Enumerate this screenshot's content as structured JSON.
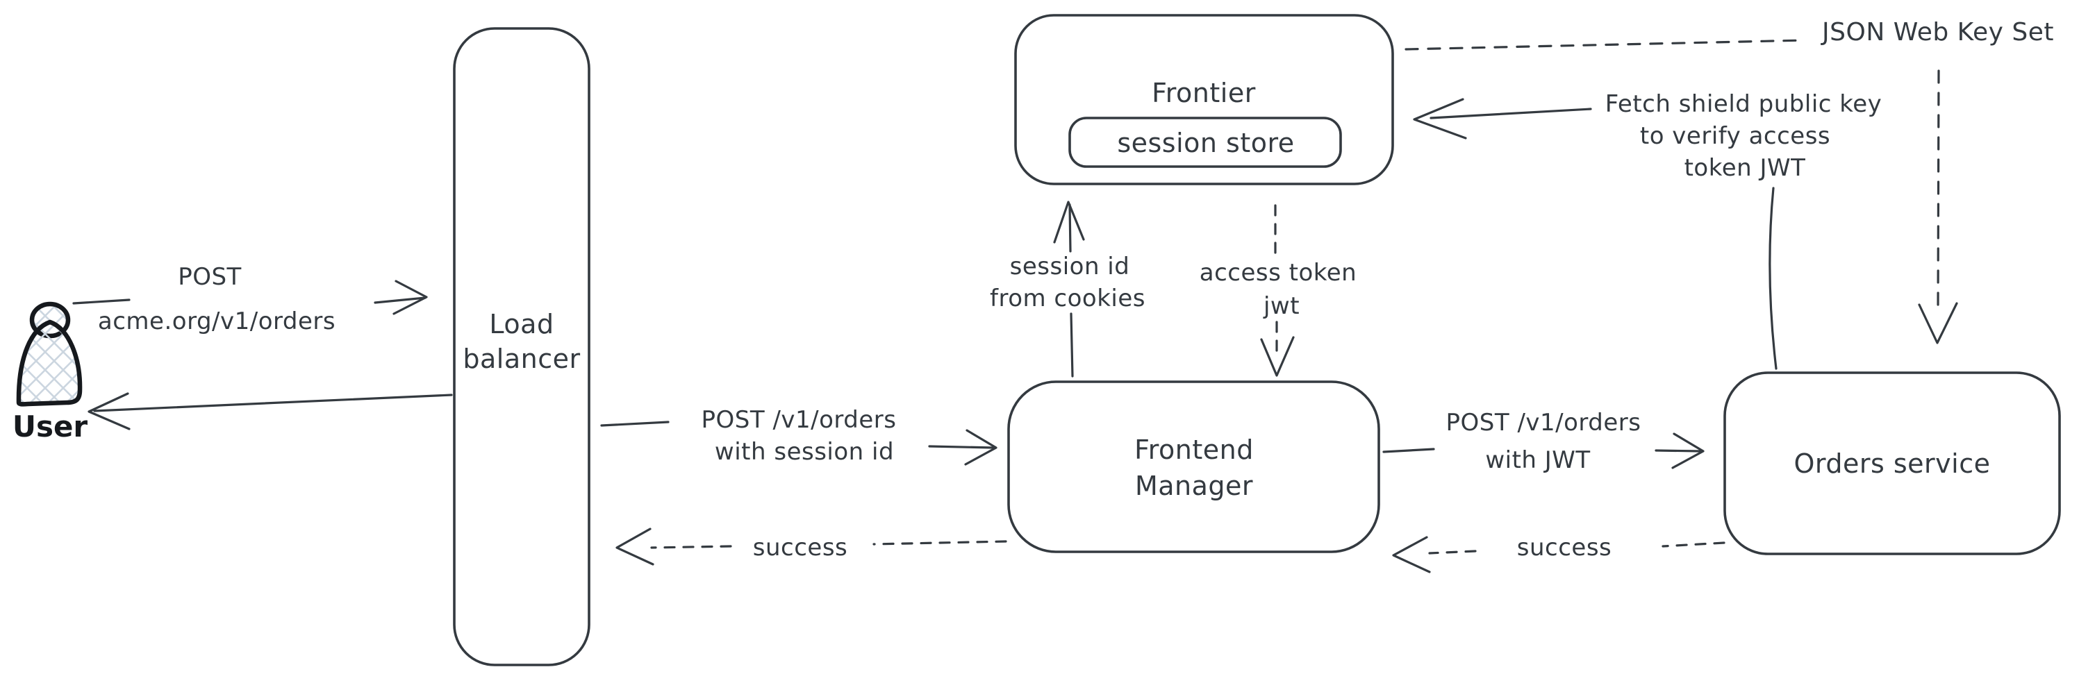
{
  "colors": {
    "ink": "#343a40",
    "user_ink": "#16191d",
    "hatch": "#ccd6e0",
    "canvas": "#ffffff"
  },
  "nodes": {
    "user": {
      "label": "User"
    },
    "load_balancer": {
      "lines": [
        "Load",
        "balancer"
      ]
    },
    "frontier": {
      "title": "Frontier",
      "session_store": "session store"
    },
    "frontend_manager": {
      "lines": [
        "Frontend",
        "Manager"
      ]
    },
    "orders_service": {
      "label": "Orders service"
    }
  },
  "edges": {
    "user_request": {
      "lines": [
        "POST",
        "acme.org/v1/orders"
      ]
    },
    "lb_to_frontend": {
      "lines": [
        "POST /v1/orders",
        "with session id"
      ]
    },
    "frontend_to_lb_success": {
      "label": "success"
    },
    "session_lookup": {
      "lines": [
        "session id",
        "from cookies"
      ]
    },
    "access_token": {
      "lines": [
        "access token",
        "jwt"
      ]
    },
    "frontend_to_orders": {
      "lines": [
        "POST /v1/orders",
        "with JWT"
      ]
    },
    "orders_to_frontend_success": {
      "label": "success"
    },
    "fetch_key": {
      "lines": [
        "Fetch shield public key",
        "to verify access",
        "token JWT"
      ]
    },
    "jwks": {
      "label": "JSON Web Key Set"
    }
  }
}
